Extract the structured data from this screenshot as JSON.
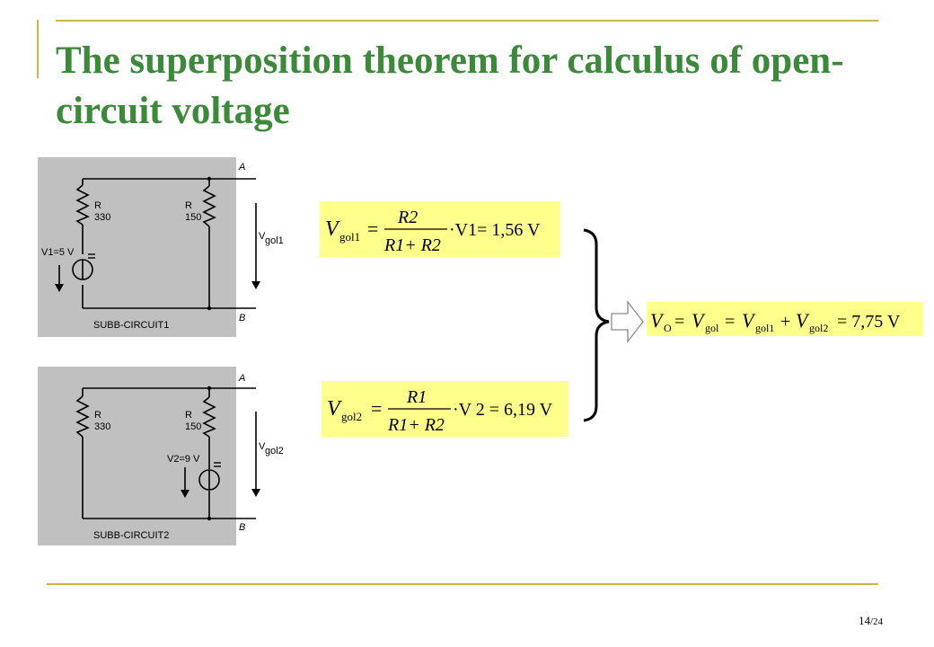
{
  "slide": {
    "title": "The superposition theorem for calculus of open-circuit voltage",
    "page_current": "14",
    "page_total": "/24"
  },
  "colors": {
    "title": "#3a8a3a",
    "rule": "#d1b34a",
    "formula_bg": "#ffff8c",
    "circuit_bg": "#c0c0c0"
  },
  "circuit1": {
    "node_a": "A",
    "node_b": "B",
    "r1_name": "R",
    "r1_value": "330",
    "r2_name": "R",
    "r2_value": "150",
    "source": "V1=5 V",
    "vout_sym": "V",
    "vout_sub": "gol1",
    "caption": "SUBB-CIRCUIT1"
  },
  "circuit2": {
    "node_a": "A",
    "node_b": "B",
    "r1_name": "R",
    "r1_value": "330",
    "r2_name": "R",
    "r2_value": "150",
    "source": "V2=9 V",
    "vout_sym": "V",
    "vout_sub": "gol2",
    "caption": "SUBB-CIRCUIT2"
  },
  "formula1": {
    "lhs_sym": "V",
    "lhs_sub": "gol1",
    "eq": "=",
    "numerator": "R2",
    "denominator": "R1+ R2",
    "rhs": "·V1= 1,56 V"
  },
  "formula2": {
    "lhs_sym": "V",
    "lhs_sub": "gol2",
    "eq": "=",
    "numerator": "R1",
    "denominator": "R1+ R2",
    "rhs": "·V 2 = 6,19 V"
  },
  "result": {
    "v0_sym": "V",
    "v0_sub": "O",
    "eq1": "=",
    "vgol_sym": "V",
    "vgol_sub": "gol",
    "eq2": "=",
    "t1_sym": "V",
    "t1_sub": "gol1",
    "plus": "+",
    "t2_sym": "V",
    "t2_sub": "gol2",
    "value": "= 7,75 V"
  }
}
